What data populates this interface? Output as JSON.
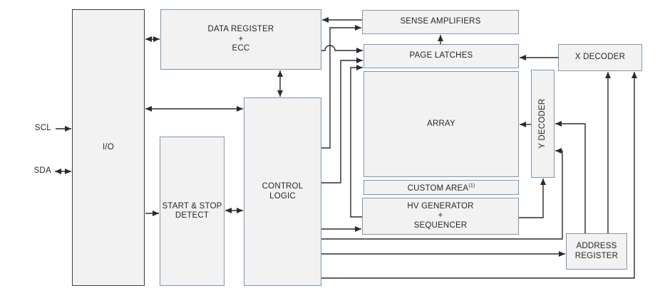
{
  "signals": {
    "scl": "SCL",
    "sda": "SDA"
  },
  "blocks": {
    "io": {
      "label": "I/O"
    },
    "data_register": {
      "line1": "DATA REGISTER",
      "line2": "+",
      "line3": "ECC"
    },
    "start_stop_detect": {
      "line1": "START & STOP",
      "line2": "DETECT"
    },
    "control_logic": {
      "line1": "CONTROL",
      "line2": "LOGIC"
    },
    "sense_amplifiers": {
      "label": "SENSE AMPLIFIERS"
    },
    "page_latches": {
      "label": "PAGE LATCHES"
    },
    "array": {
      "label": "ARRAY"
    },
    "custom_area": {
      "label": "CUSTOM AREA",
      "footnote": "(1)"
    },
    "hv_generator": {
      "line1": "HV GENERATOR",
      "line2": "+",
      "line3": "SEQUENCER"
    },
    "y_decoder": {
      "label": "Y DECODER"
    },
    "x_decoder": {
      "label": "X DECODER"
    },
    "address_register": {
      "line1": "ADDRESS",
      "line2": "REGISTER"
    }
  },
  "colors": {
    "box_fill": "#f2f2f2",
    "box_border": "#7b97b1",
    "io_border": "#3d3d3d",
    "line": "#2b2b2b",
    "text": "#262626"
  }
}
